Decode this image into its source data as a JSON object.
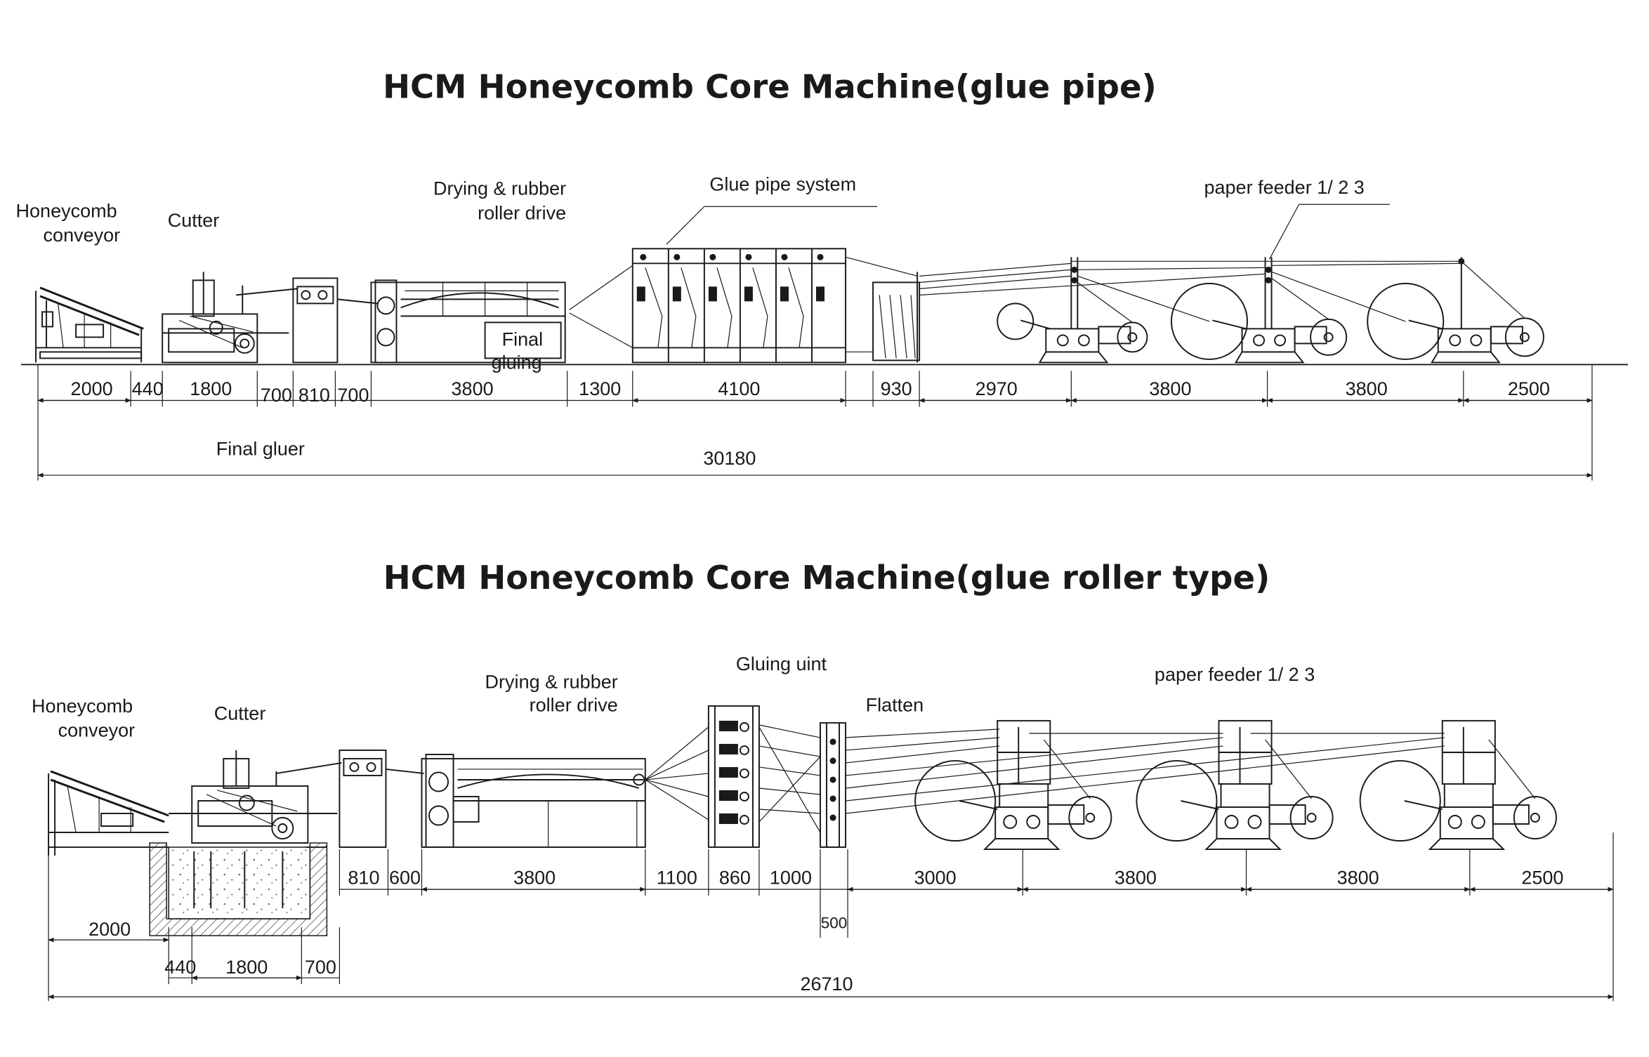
{
  "diagrams": [
    {
      "title": "HCM Honeycomb Core Machine(glue pipe)",
      "labels": {
        "conveyor_1": "Honeycomb",
        "conveyor_2": "conveyor",
        "cutter": "Cutter",
        "drying_1": "Drying & rubber",
        "drying_2": "roller drive",
        "glue_system": "Glue pipe system",
        "paper_feeder": "paper feeder 1/ 2 3",
        "final_1": "Final",
        "final_2": "gluing",
        "final_gluer": "Final gluer"
      },
      "dimensions": [
        "2000",
        "440",
        "1800",
        "700",
        "810",
        "700",
        "3800",
        "1300",
        "4100",
        "930",
        "2970",
        "3800",
        "3800",
        "2500"
      ],
      "total": "30180"
    },
    {
      "title": "HCM Honeycomb Core Machine(glue roller type)",
      "labels": {
        "conveyor_1": "Honeycomb",
        "conveyor_2": "conveyor",
        "cutter": "Cutter",
        "drying_1": "Drying & rubber",
        "drying_2": "roller drive",
        "gluing_unit": "Gluing uint",
        "flatten": "Flatten",
        "paper_feeder": "paper feeder 1/ 2 3"
      },
      "dimensions": [
        "810",
        "600",
        "3800",
        "1100",
        "860",
        "1000",
        "3000",
        "3800",
        "3800",
        "2500"
      ],
      "lower_dimensions": [
        "2000",
        "440",
        "1800",
        "700"
      ],
      "flatten_dim": "500",
      "total": "26710"
    }
  ]
}
